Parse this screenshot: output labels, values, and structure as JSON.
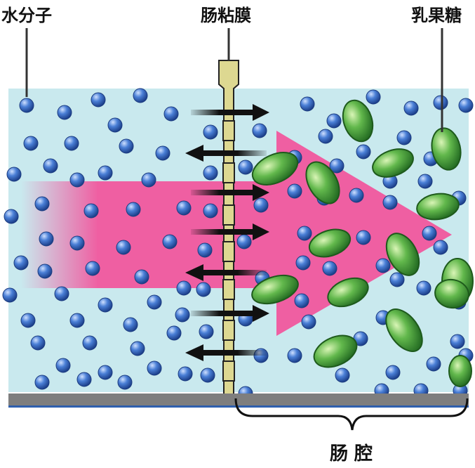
{
  "labels": {
    "water": "水分子",
    "mucosa": "肠粘膜",
    "lactose": "乳果糖",
    "lumen": "肠 腔"
  },
  "colors": {
    "background_fluid": "#c9e9ee",
    "water_molecule": "#3d6fc4",
    "lactose_molecule": "#3a9c3a",
    "arrow": "#ef5fa2",
    "membrane": "#ddd891",
    "base_bar": "#7e7e7e",
    "base_line": "#2e5fae"
  },
  "icons": {
    "water": "blue-sphere",
    "lactose": "green-ellipse",
    "flow": "pink-arrow",
    "transport": "black-double-arrow"
  }
}
